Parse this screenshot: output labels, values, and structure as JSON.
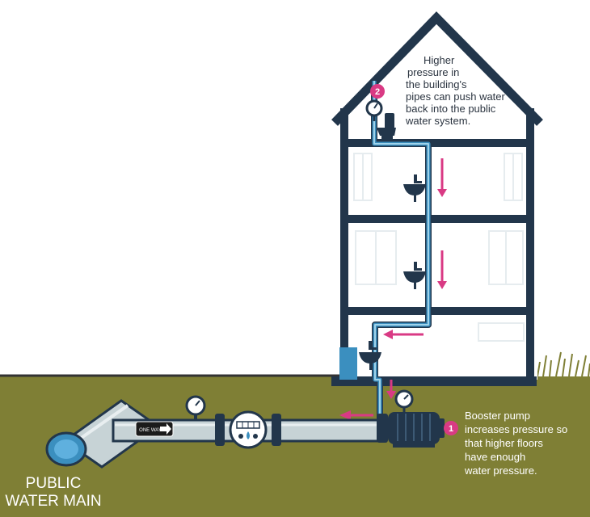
{
  "colors": {
    "ground": "#7f7f35",
    "house_outline": "#22364b",
    "pipe_fill": "#c7d3d6",
    "pipe_blue": "#3b8fbf",
    "arrow": "#d93a84",
    "badge": "#d93a84",
    "sky": "#ffffff"
  },
  "callout_2": {
    "number": "2",
    "lines": [
      "Higher",
      "pressure in",
      "the building's",
      "pipes can push water",
      "back into the public",
      "water system."
    ]
  },
  "callout_1": {
    "number": "1",
    "lines": [
      "Booster pump",
      "increases pressure so",
      "that higher floors",
      "have enough",
      "water pressure."
    ]
  },
  "water_main_label": [
    "PUBLIC",
    "WATER MAIN"
  ],
  "valve_label": "ONE WAY"
}
